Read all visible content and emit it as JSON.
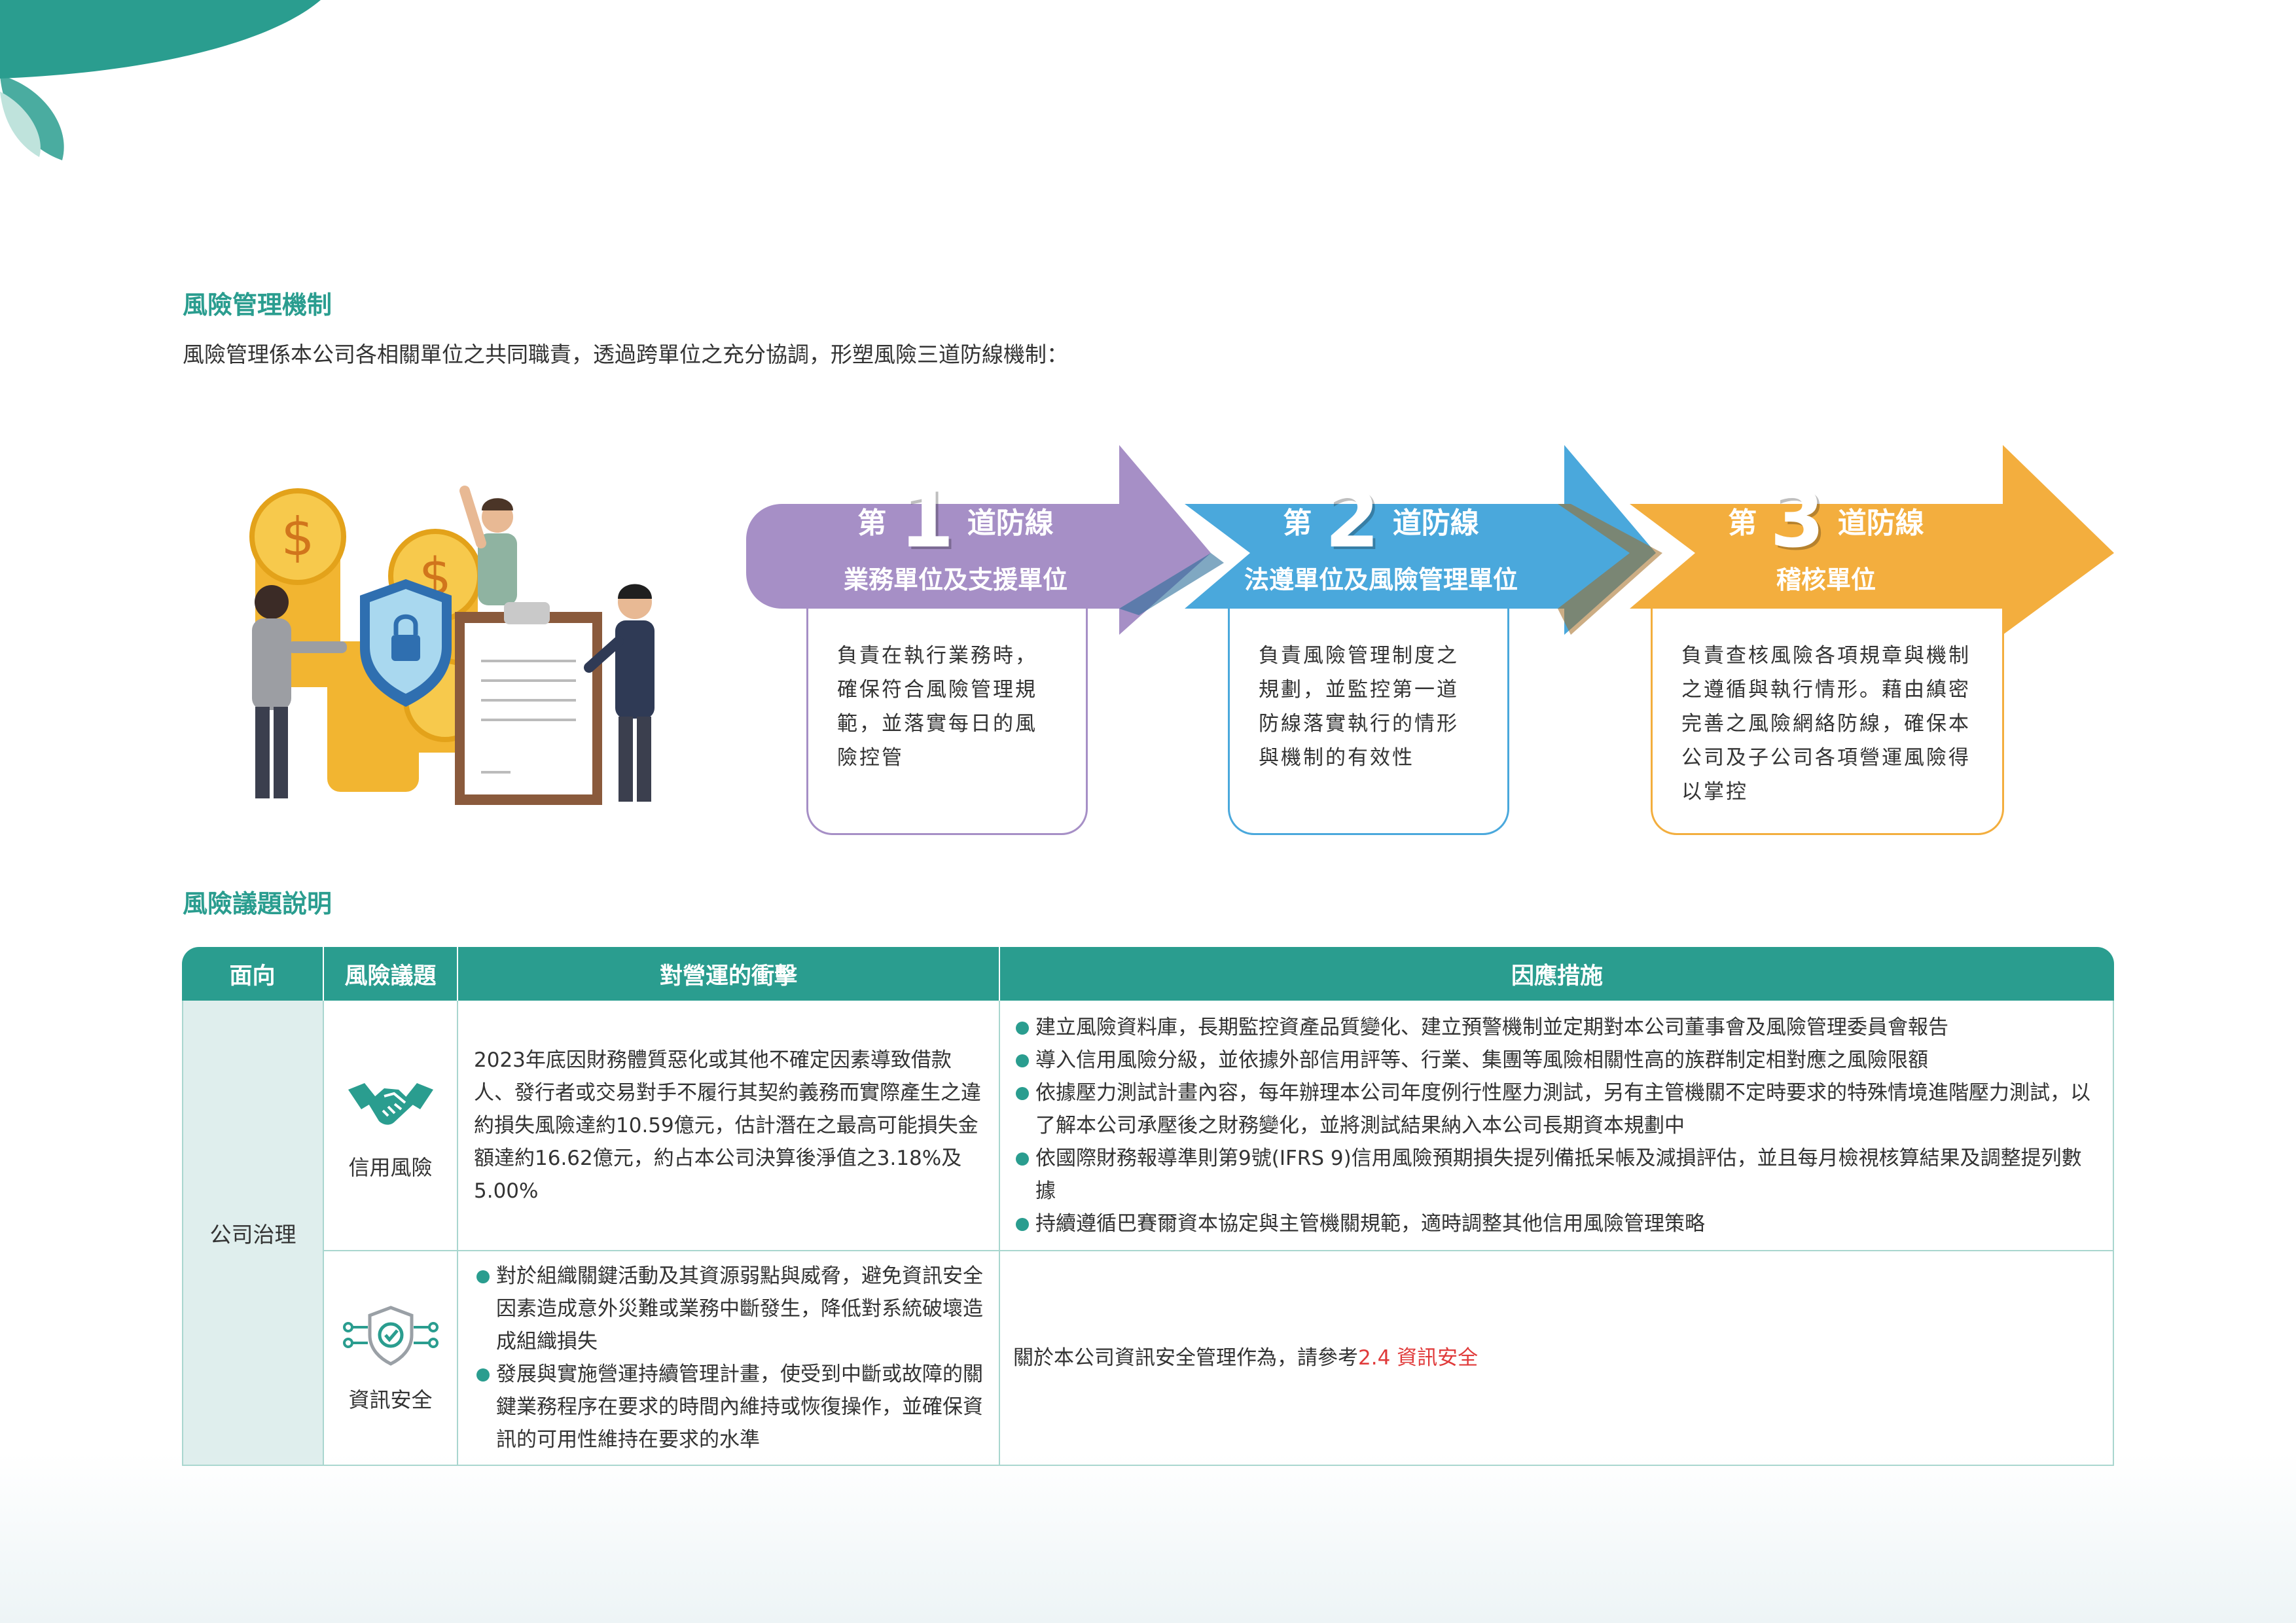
{
  "section1": {
    "title": "風險管理機制",
    "intro": "風險管理係本公司各相關單位之共同職責，透過跨單位之充分協調，形塑風險三道防線機制："
  },
  "defense_lines": [
    {
      "prefix": "第",
      "number": "1",
      "suffix": "道防線",
      "unit": "業務單位及支援單位",
      "color": "#a68fc6",
      "desc": "負責在執行業務時，確保符合風險管理規範，並落實每日的風險控管"
    },
    {
      "prefix": "第",
      "number": "2",
      "suffix": "道防線",
      "unit": "法遵單位及風險管理單位",
      "color": "#4aa8dc",
      "desc": "負責風險管理制度之規劃，並監控第一道防線落實執行的情形與機制的有效性"
    },
    {
      "prefix": "第",
      "number": "3",
      "suffix": "道防線",
      "unit": "稽核單位",
      "color": "#f3ae3e",
      "desc": "負責查核風險各項規章與機制之遵循與執行情形。藉由縝密完善之風險網絡防線，確保本公司及子公司各項營運風險得以掌控"
    }
  ],
  "section2": {
    "title": "風險議題說明"
  },
  "table": {
    "headers": [
      "面向",
      "風險議題",
      "對營運的衝擊",
      "因應措施"
    ],
    "facet": "公司治理",
    "rows": [
      {
        "topic": "信用風險",
        "icon": "handshake-icon",
        "impact": "2023年底因財務體質惡化或其他不確定因素導致借款人、發行者或交易對手不履行其契約義務而實際產生之違約損失風險達約10.59億元，估計潛在之最高可能損失金額達約16.62億元，約占本公司決算後淨值之3.18%及5.00%",
        "measures": [
          "建立風險資料庫，長期監控資產品質變化、建立預警機制並定期對本公司董事會及風險管理委員會報告",
          "導入信用風險分級，並依據外部信用評等、行業、集團等風險相關性高的族群制定相對應之風險限額",
          "依據壓力測試計畫內容，每年辦理本公司年度例行性壓力測試，另有主管機關不定時要求的特殊情境進階壓力測試，以了解本公司承壓後之財務變化，並將測試結果納入本公司長期資本規劃中",
          "依國際財務報導準則第9號(IFRS 9)信用風險預期損失提列備抵呆帳及減損評估，並且每月檢視核算結果及調整提列數據",
          "持續遵循巴賽爾資本協定與主管機關規範，適時調整其他信用風險管理策略"
        ]
      },
      {
        "topic": "資訊安全",
        "icon": "shield-check-icon",
        "impacts": [
          "對於組織關鍵活動及其資源弱點與威脅，避免資訊安全因素造成意外災難或業務中斷發生，降低對系統破壞造成組織損失",
          "發展與實施營運持續管理計畫，使受到中斷或故障的關鍵業務程序在要求的時間內維持或恢復操作，並確保資訊的可用性維持在要求的水準"
        ],
        "measure_text": "關於本公司資訊安全管理作為，請參考",
        "measure_link": "2.4 資訊安全"
      }
    ]
  }
}
